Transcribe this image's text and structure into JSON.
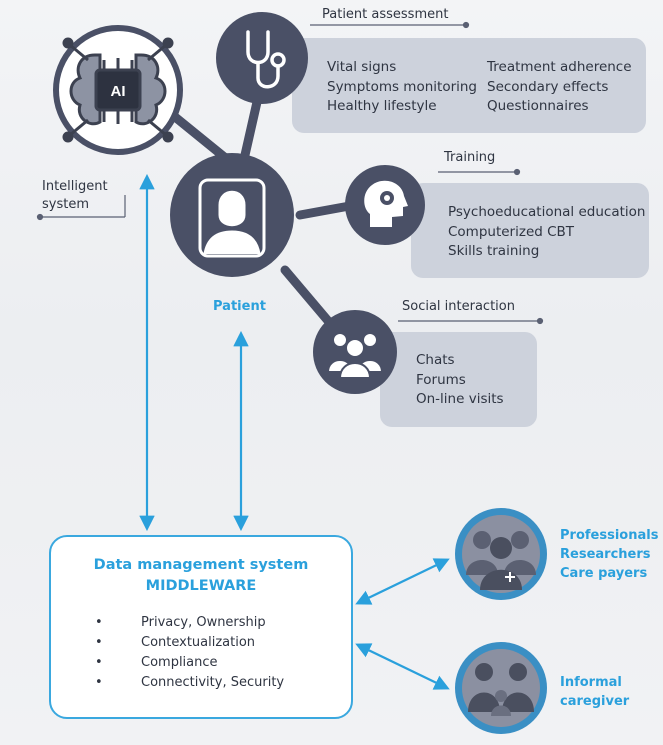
{
  "patient": {
    "label": "Patient"
  },
  "intelligent_system": {
    "label_line1": "Intelligent",
    "label_line2": "system",
    "chip_label": "AI"
  },
  "assessment": {
    "title": "Patient assessment",
    "col1": [
      "Vital signs",
      "Symptoms monitoring",
      "Healthy lifestyle"
    ],
    "col2": [
      "Treatment adherence",
      "Secondary effects",
      "Questionnaires"
    ]
  },
  "training": {
    "title": "Training",
    "items": [
      "Psychoeducational education",
      "Computerized CBT",
      "Skills training"
    ]
  },
  "social": {
    "title": "Social interaction",
    "items": [
      "Chats",
      "Forums",
      "On-line visits"
    ]
  },
  "middleware": {
    "title_line1": "Data management system",
    "title_line2": "MIDDLEWARE",
    "bullets": [
      "Privacy, Ownership",
      "Contextualization",
      "Compliance",
      "Connectivity, Security"
    ]
  },
  "stakeholders": {
    "professionals": [
      "Professionals",
      "Researchers",
      "Care payers"
    ],
    "caregiver": [
      "Informal",
      "caregiver"
    ]
  },
  "colors": {
    "node": "#4a5066",
    "accent": "#2aa0dc",
    "panel": "#cdd2dc",
    "line": "#5a6073"
  }
}
